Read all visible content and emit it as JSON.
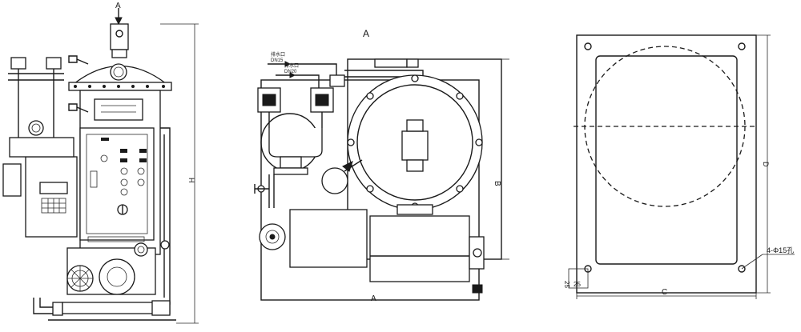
{
  "front_view": {
    "top_label": "A",
    "height_dim_label": "H"
  },
  "side_view": {
    "title": "A",
    "width_dim_label": "A",
    "height_dim_label": "B",
    "inlet1_text": "DN15",
    "inlet2_text": "DN20"
  },
  "base_plan": {
    "hole_note": "4-Φ15孔",
    "width_dim_label": "C",
    "height_dim_label": "D",
    "offset_x": "25",
    "offset_y": "25"
  }
}
